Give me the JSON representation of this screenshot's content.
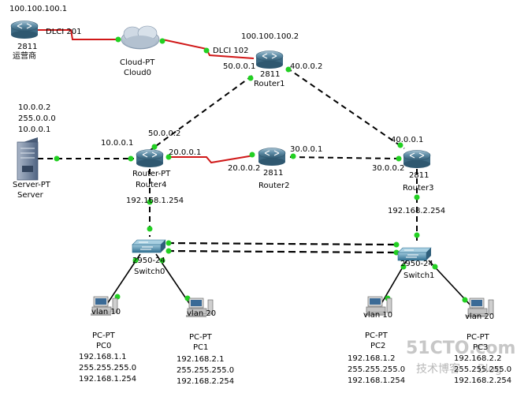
{
  "colors": {
    "link": "#000000",
    "serial": "#d01818",
    "port_up": "#22d022",
    "router_body": "#5f8da6",
    "switch_body": "#4f8fb0",
    "pc_body": "#c9c9c9",
    "server_body": "#7c8da6",
    "cloud": "#b9c6d4",
    "watermark": "#9a9a9a"
  },
  "devices": {
    "isp": {
      "model": "2811",
      "name": "运营商",
      "ip": "100.100.100.1",
      "icon": "router-icon"
    },
    "cloud": {
      "model": "Cloud-PT",
      "name": "Cloud0",
      "icon": "cloud-icon"
    },
    "router1": {
      "model": "2811",
      "name": "Router1",
      "ip": "100.100.100.2",
      "icon": "router-icon"
    },
    "server": {
      "model": "Server-PT",
      "name": "Server",
      "ip": "10.0.0.2",
      "mask": "255.0.0.0",
      "gateway": "10.0.0.1",
      "icon": "server-icon"
    },
    "router4": {
      "model": "Router-PT",
      "name": "Router4",
      "icon": "router-icon"
    },
    "router2": {
      "model": "2811",
      "name": "Router2",
      "icon": "router-icon"
    },
    "router3": {
      "model": "2811",
      "name": "Router3",
      "icon": "router-icon"
    },
    "switch0": {
      "model": "2950-24",
      "name": "Switch0",
      "icon": "switch-icon"
    },
    "switch1": {
      "model": "2950-24",
      "name": "Switch1",
      "icon": "switch-icon"
    },
    "pc0": {
      "model": "PC-PT",
      "name": "PC0",
      "vlan": "vlan 10",
      "ip": "192.168.1.1",
      "mask": "255.255.255.0",
      "gateway": "192.168.1.254",
      "icon": "pc-icon"
    },
    "pc1": {
      "model": "PC-PT",
      "name": "PC1",
      "vlan": "vlan 20",
      "ip": "192.168.2.1",
      "mask": "255.255.255.0",
      "gateway": "192.168.2.254",
      "icon": "pc-icon"
    },
    "pc2": {
      "model": "PC-PT",
      "name": "PC2",
      "vlan": "vlan 10",
      "ip": "192.168.1.2",
      "mask": "255.255.255.0",
      "gateway": "192.168.1.254",
      "icon": "pc-icon"
    },
    "pc3": {
      "model": "PC-PT",
      "name": "PC3",
      "vlan": "vlan 20",
      "ip": "192.168.2.2",
      "mask": "255.255.255.0",
      "gateway": "192.168.2.254",
      "icon": "pc-icon"
    }
  },
  "interfaces": {
    "dlci_isp": "DLCI 201",
    "dlci_r1": "DLCI 102",
    "r1_r4": "50.0.0.1",
    "r1_r3": "40.0.0.2",
    "r4_r1": "50.0.0.2",
    "r4_server": "10.0.0.1",
    "r4_r2": "20.0.0.1",
    "r2_r4": "20.0.0.2",
    "r2_r3": "30.0.0.1",
    "r3_r2": "30.0.0.2",
    "r3_r1": "40.0.0.1",
    "r4_lan": "192.168.1.254",
    "r3_lan": "192.168.2.254"
  },
  "watermark": {
    "line1": "51CTO.com",
    "line2": "技术博客",
    "line3": "Blog"
  }
}
